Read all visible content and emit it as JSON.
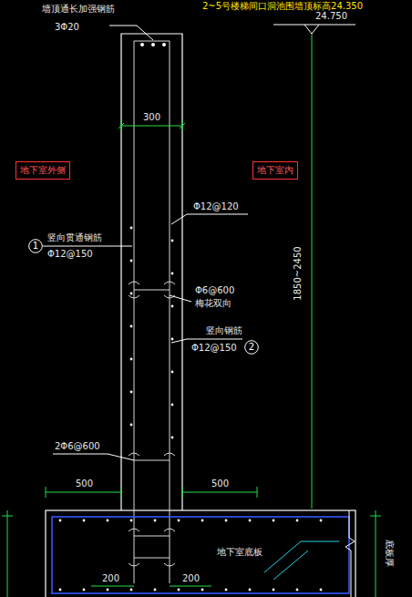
{
  "diagram": {
    "nodes": [
      {
        "text": [
          "地下室外侧"
        ]
      },
      {
        "text": [
          "地下室内"
        ]
      },
      {
        "text": [
          "1"
        ]
      },
      {
        "text": [
          "2"
        ]
      }
    ],
    "labels": [
      "墙顶通长加强钢筋",
      "3Φ20",
      "2~5号楼梯间口洞池围墙顶标高24.350",
      "24.750",
      "300",
      "Φ12@120",
      "竖向贯通钢筋",
      "Φ12@150",
      "Φ6@600",
      "梅花双向",
      "竖向钢筋",
      "Φ12@150",
      "1850~2450",
      "2Φ6@600",
      "500",
      "500",
      "地下室底板",
      "200",
      "200",
      "底板厚"
    ]
  }
}
